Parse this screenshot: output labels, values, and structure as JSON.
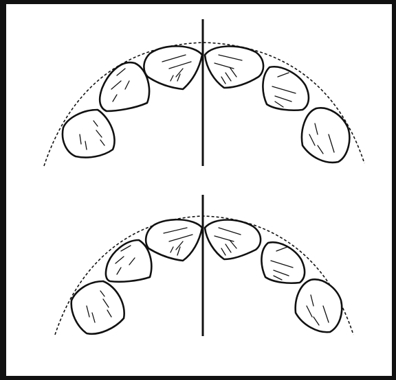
{
  "figure": {
    "panels": [
      {
        "name": "upper-arch",
        "teeth_per_side": 3,
        "dashed_arch": true,
        "midline": true
      },
      {
        "name": "lower-arch",
        "teeth_per_side": 3,
        "dashed_arch": true,
        "midline": true
      }
    ],
    "colors": {
      "line": "#111111",
      "background": "#ffffff"
    }
  }
}
